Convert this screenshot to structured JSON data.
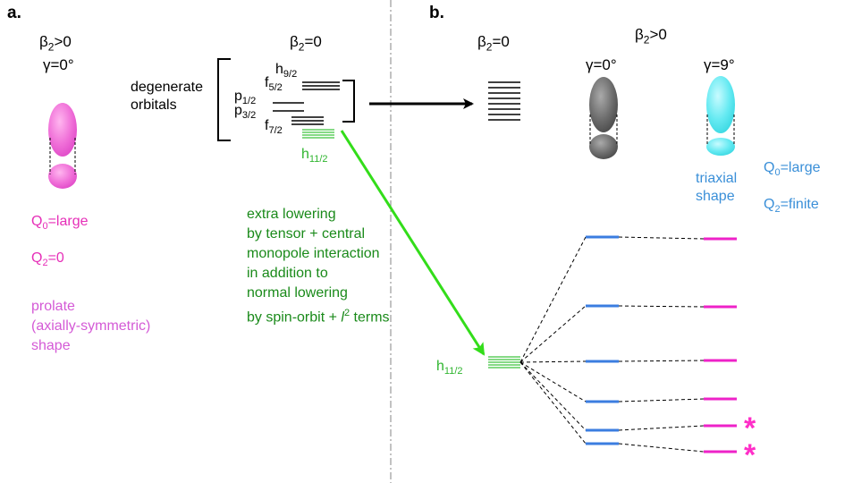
{
  "panel_a": {
    "label": "a.",
    "beta_pos": "β",
    "beta_pos_sub": "2",
    "beta_pos_rel": ">0",
    "gamma0": "γ=0°",
    "q0": "Q",
    "q0_sub": "0",
    "q0_val": "=large",
    "q2": "Q",
    "q2_sub": "2",
    "q2_val": "=0",
    "shape_text": "prolate\n(axially-symmetric)\nshape",
    "beta_zero": "β",
    "beta_zero_sub": "2",
    "beta_zero_rel": "=0",
    "degenerate_text": "degenerate\norbitals",
    "orbitals": {
      "h92": "h",
      "h92_sub": "9/2",
      "f52": "f",
      "f52_sub": "5/2",
      "p12": "p",
      "p12_sub": "1/2",
      "p32": "p",
      "p32_sub": "3/2",
      "f72": "f",
      "f72_sub": "7/2",
      "h112": "h",
      "h112_sub": "11/2"
    },
    "annotation": "extra lowering\nby tensor + central\nmonopole interaction\nin addition to\nnormal lowering\nby spin-orbit + ",
    "annotation_l": "l",
    "annotation_sup": "2",
    "annotation_end": " terms"
  },
  "panel_b": {
    "label": "b.",
    "beta_zero": "β",
    "beta_zero_sub": "2",
    "beta_zero_rel": "=0",
    "beta_pos": "β",
    "beta_pos_sub": "2",
    "beta_pos_rel": ">0",
    "gamma0": "γ=0°",
    "gamma9": "γ=9°",
    "triaxial_text": "triaxial\nshape",
    "q0": "Q",
    "q0_sub": "0",
    "q0_val": "=large",
    "q2": "Q",
    "q2_sub": "2",
    "q2_val": "=finite",
    "h112": "h",
    "h112_sub": "11/2",
    "star": "*"
  },
  "colors": {
    "pink": "#e62fb8",
    "green_arrow": "#33dd1a",
    "blue_level": "#3b7de0",
    "magenta_level": "#ee22c8",
    "gray": "#707070",
    "cyan": "#5fe6ee"
  }
}
